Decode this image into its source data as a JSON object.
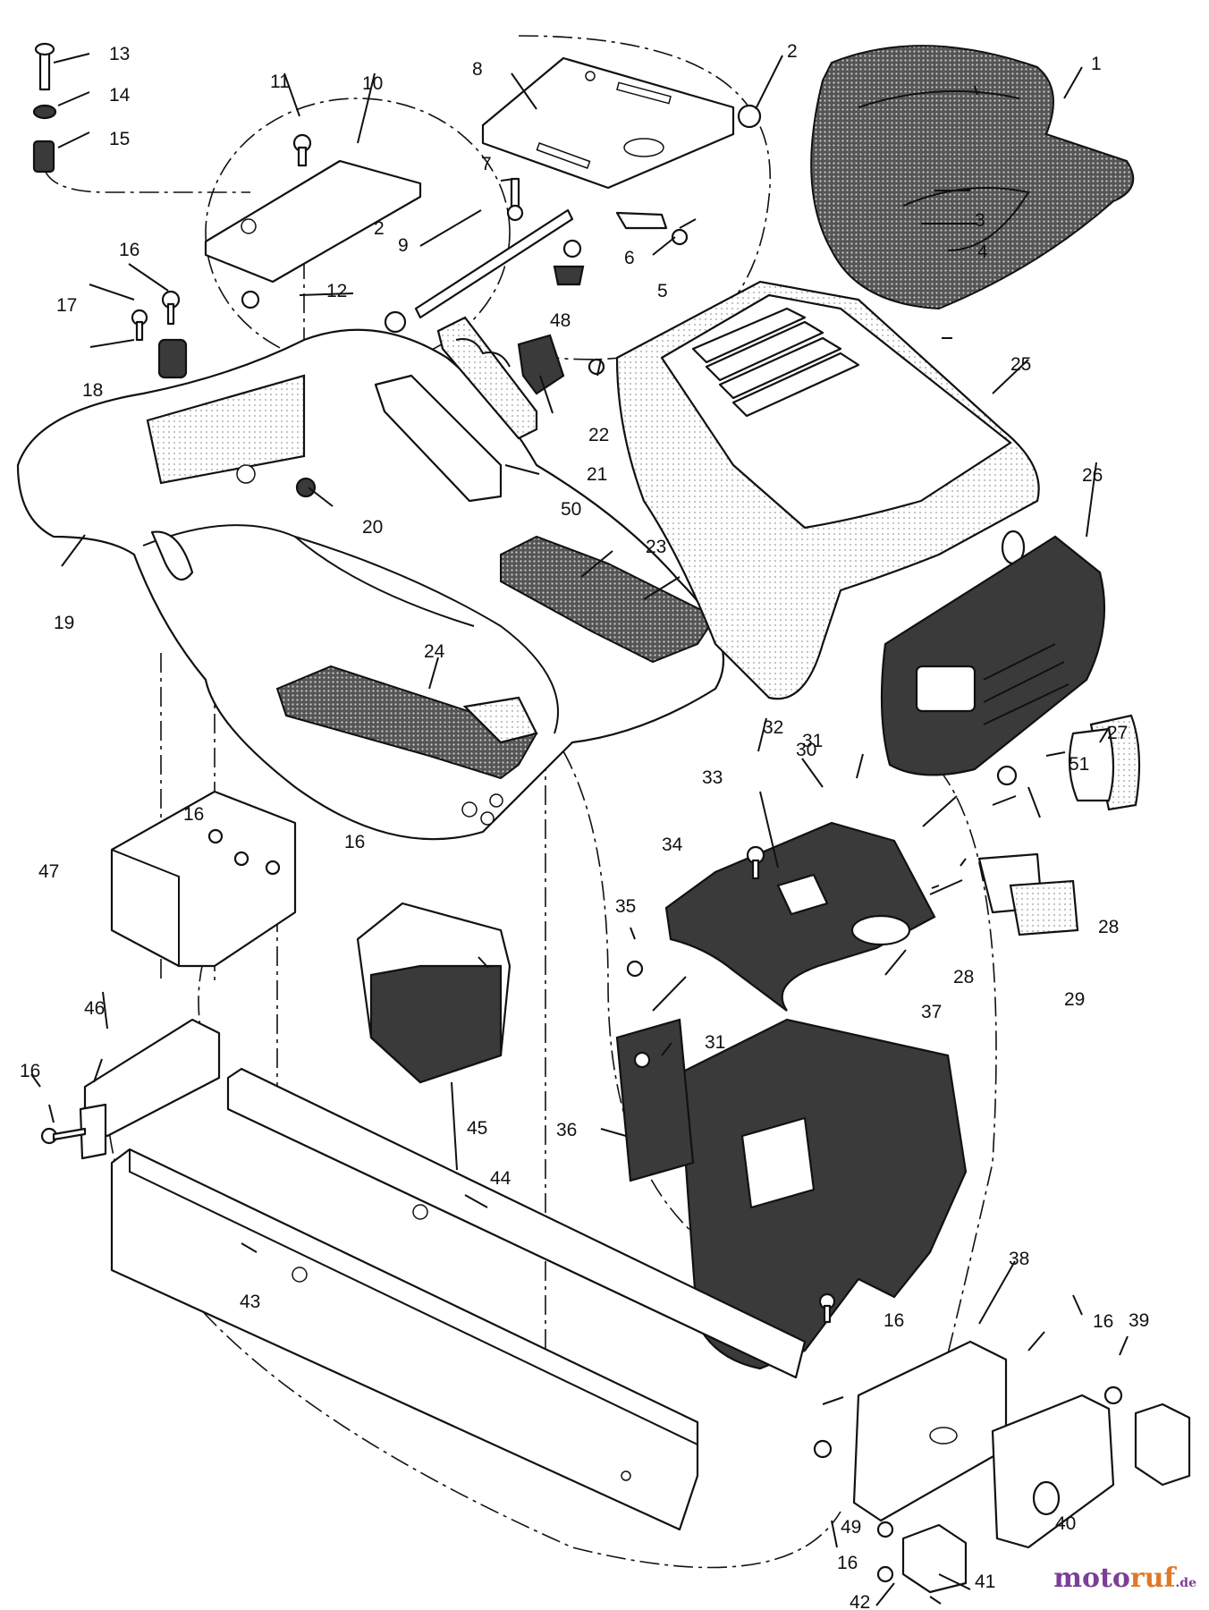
{
  "callouts": [
    "1",
    "2",
    "2",
    "3",
    "4",
    "5",
    "6",
    "7",
    "8",
    "9",
    "10",
    "11",
    "12",
    "13",
    "14",
    "15",
    "16",
    "16",
    "16",
    "16",
    "16",
    "16",
    "16",
    "16",
    "17",
    "18",
    "19",
    "20",
    "21",
    "22",
    "23",
    "24",
    "25",
    "26",
    "27",
    "28",
    "28",
    "29",
    "30",
    "31",
    "31",
    "32",
    "33",
    "34",
    "35",
    "36",
    "37",
    "38",
    "39",
    "40",
    "41",
    "42",
    "43",
    "44",
    "45",
    "46",
    "47",
    "48",
    "49",
    "50",
    "51"
  ],
  "watermark": {
    "part1": "moto",
    "part2": "ruf",
    "part3": ".de"
  },
  "colors": {
    "line": "#111111",
    "dark_fill": "#3a3a3a",
    "watermark_purple": "#7b3f98",
    "watermark_orange": "#e0782a"
  }
}
